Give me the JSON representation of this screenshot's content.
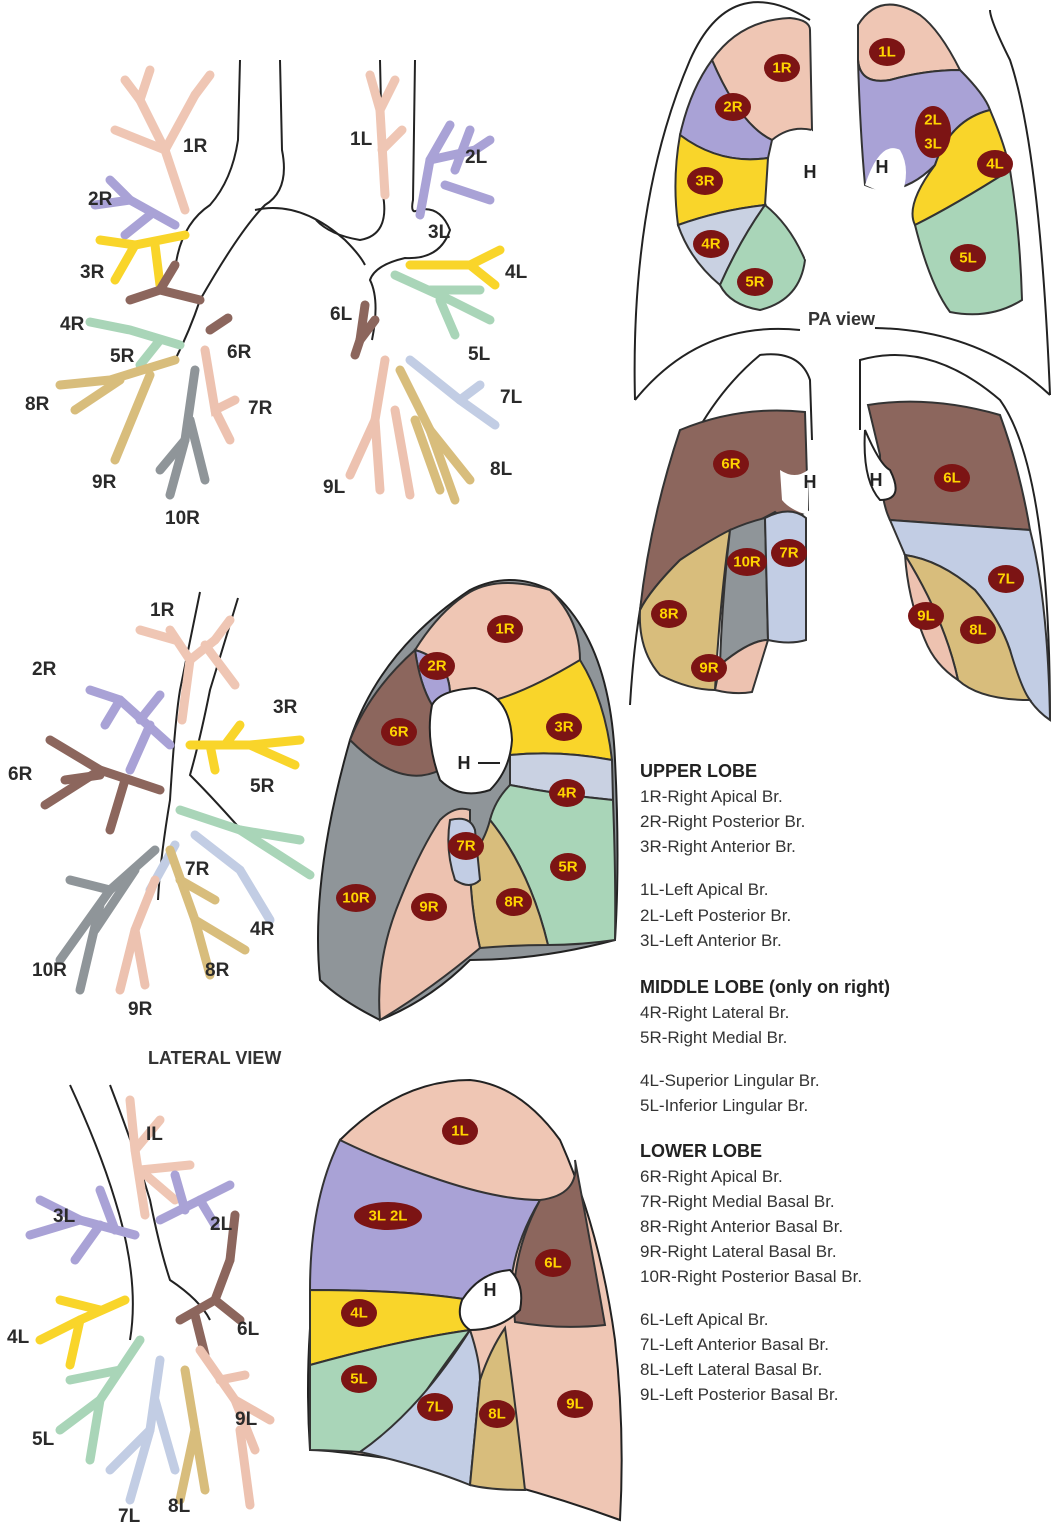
{
  "colors": {
    "s1": "#efc6b4",
    "s2": "#a9a2d6",
    "s3": "#f9d52a",
    "s4": "#c9d1e2",
    "s5": "#a9d5b8",
    "s6": "#8c665d",
    "s7": "#c2cde4",
    "s8": "#d8bd7c",
    "s9": "#edc2b0",
    "s10": "#8f9599",
    "badge": "#7c1414",
    "badge_text": "#ffd400"
  },
  "tree_labels": {
    "tree1": [
      "1R",
      "2R",
      "3R",
      "4R",
      "5R",
      "6R",
      "7R",
      "8R",
      "9R",
      "10R",
      "1L",
      "2L",
      "3L",
      "4L",
      "5L",
      "6L",
      "7L",
      "8L",
      "9L"
    ],
    "tree2": [
      "1R",
      "2R",
      "3R",
      "6R",
      "5R",
      "7R",
      "4R",
      "10R",
      "9R",
      "8R"
    ],
    "tree3": [
      "IL",
      "3L",
      "2L",
      "6L",
      "4L",
      "5L",
      "9L",
      "7L",
      "8L"
    ]
  },
  "pa_view": {
    "caption": "PA view",
    "upper_segments": [
      "1R",
      "2R",
      "3R",
      "4R",
      "5R",
      "1L",
      "2L",
      "3L",
      "4L",
      "5L"
    ],
    "lower_segments": [
      "6R",
      "10R",
      "7R",
      "8R",
      "9R",
      "6L",
      "7L",
      "9L",
      "8L"
    ],
    "hilum": "H"
  },
  "lateral_view": {
    "caption": "LATERAL VIEW",
    "right_segments": [
      "1R",
      "2R",
      "6R",
      "3R",
      "4R",
      "7R",
      "5R",
      "10R",
      "9R",
      "8R"
    ],
    "left_segments": [
      "1L",
      "3L 2L",
      "6L",
      "4L",
      "5L",
      "7L",
      "8L",
      "9L"
    ],
    "hilum": "H"
  },
  "legend": {
    "upper": {
      "heading": "UPPER LOBE",
      "items": [
        "1R-Right Apical Br.",
        "2R-Right Posterior Br.",
        "3R-Right Anterior Br.",
        "1L-Left Apical Br.",
        "2L-Left Posterior Br.",
        "3L-Left Anterior Br."
      ]
    },
    "middle": {
      "heading": "MIDDLE LOBE (only on right)",
      "items": [
        "4R-Right Lateral Br.",
        "5R-Right Medial Br.",
        "4L-Superior Lingular Br.",
        "5L-Inferior Lingular Br."
      ]
    },
    "lower": {
      "heading": "LOWER LOBE",
      "items": [
        "6R-Right Apical Br.",
        "7R-Right Medial Basal Br.",
        "8R-Right Anterior Basal Br.",
        "9R-Right Lateral Basal Br.",
        "10R-Right Posterior Basal Br.",
        "6L-Left Apical Br.",
        "7L-Left Anterior Basal Br.",
        "8L-Left Lateral Basal Br.",
        "9L-Left Posterior Basal Br."
      ]
    }
  }
}
